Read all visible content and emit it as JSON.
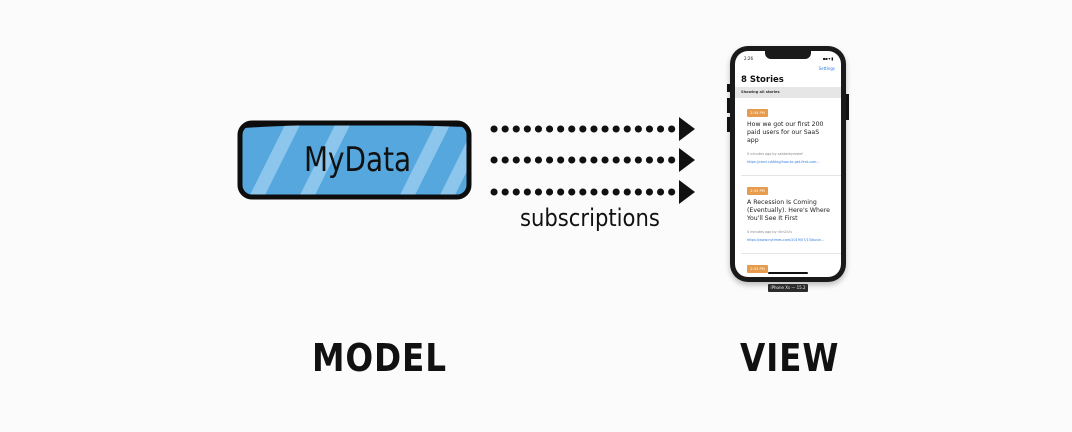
{
  "model": {
    "box_label": "MyData",
    "caption": "MODEL",
    "box_color": "#56a7dd",
    "stripe_color": "#8cc6ec"
  },
  "connector": {
    "label": "subscriptions"
  },
  "view": {
    "caption": "VIEW",
    "device_caption": "iPhone Xs — 15.2",
    "phone": {
      "time": "2:26",
      "status": "▪▪ ▾ ▮",
      "settings": "Settings",
      "title": "8 Stories",
      "filter": "Showing all stories",
      "badge_color": "#e79b4c",
      "stories": [
        {
          "time": "2:34 PM",
          "title": "How we got our first 200 paid users for our SaaS app",
          "meta": "0 minutes ago by sabbeleyrestef",
          "url": "https://rearl.cd/blog/how-to-get-first-user..."
        },
        {
          "time": "2:33 PM",
          "title": "A Recession Is Coming (Eventually). Here's Where You'll See It First",
          "meta": "4 minutes ago by r0m2r2v",
          "url": "https://www.nytimes.com/2019/07/13/busin..."
        },
        {
          "time": "2:33 PM"
        }
      ]
    }
  }
}
